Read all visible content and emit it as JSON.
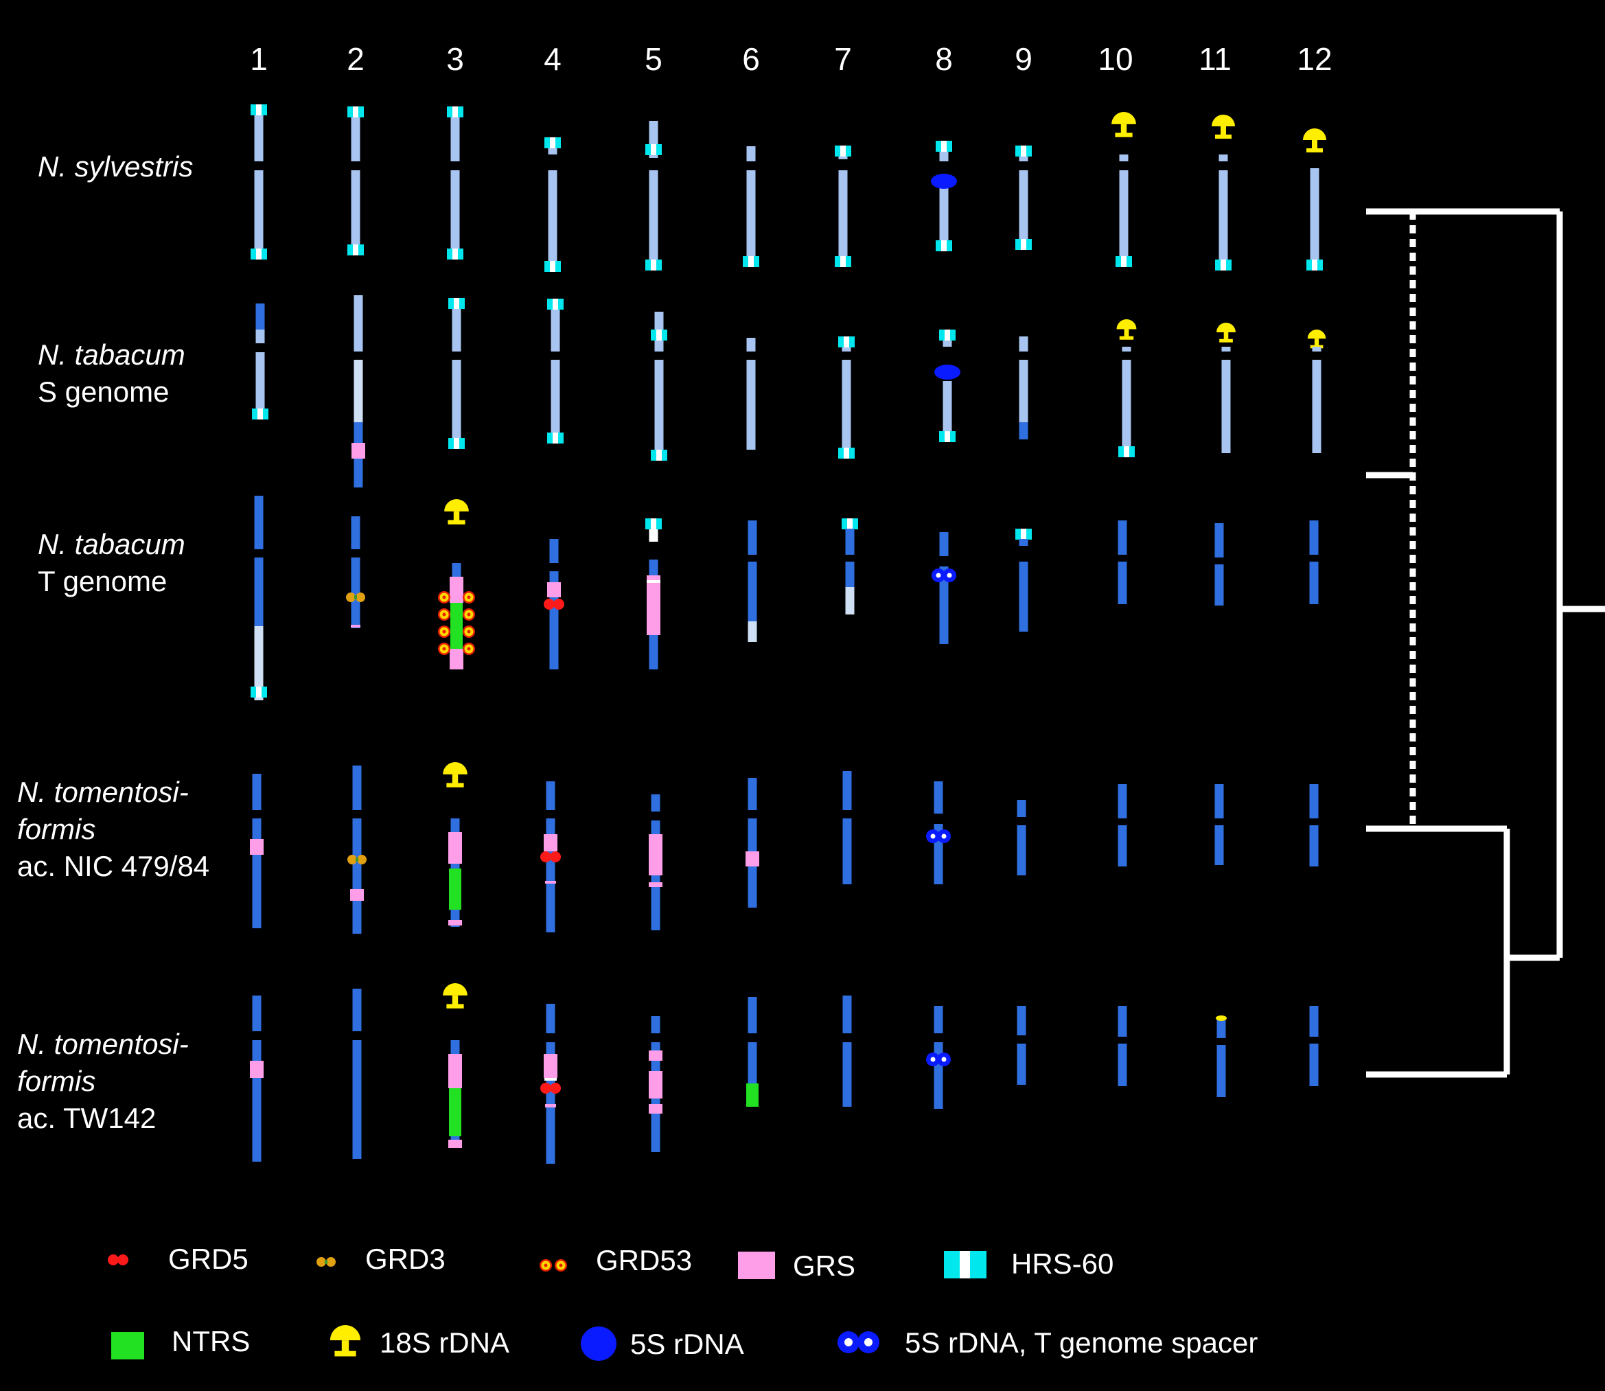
{
  "chromosome_numbers": [
    "1",
    "2",
    "3",
    "4",
    "5",
    "6",
    "7",
    "8",
    "9",
    "10",
    "11",
    "12"
  ],
  "taxa": [
    {
      "key": "sylv",
      "lines": [
        {
          "text": "N. sylvestris",
          "italic": true
        }
      ]
    },
    {
      "key": "tabS",
      "lines": [
        {
          "text": "N. tabacum",
          "italic": true
        },
        {
          "text": "S genome",
          "italic": false
        }
      ]
    },
    {
      "key": "tabT",
      "lines": [
        {
          "text": "N. tabacum",
          "italic": true
        },
        {
          "text": "T genome",
          "italic": false
        }
      ]
    },
    {
      "key": "tom1",
      "lines": [
        {
          "text": "N. tomentosi-",
          "italic": true
        },
        {
          "text": "formis",
          "italic": true
        },
        {
          "text": "ac. NIC 479/84",
          "italic": false
        }
      ]
    },
    {
      "key": "tom2",
      "lines": [
        {
          "text": "N. tomentosi-",
          "italic": true
        },
        {
          "text": "formis",
          "italic": true
        },
        {
          "text": "ac. TW142",
          "italic": false
        }
      ]
    }
  ],
  "legend": {
    "row1": [
      {
        "key": "grd5",
        "label": "GRD5"
      },
      {
        "key": "grd3",
        "label": "GRD3"
      },
      {
        "key": "grd53",
        "label": "GRD53"
      },
      {
        "key": "grs",
        "label": "GRS"
      },
      {
        "key": "hrs60",
        "label": "HRS-60"
      }
    ],
    "row2": [
      {
        "key": "ntrs",
        "label": "NTRS"
      },
      {
        "key": "rdna18s",
        "label": "18S rDNA"
      },
      {
        "key": "rdna5s",
        "label": "5S rDNA"
      },
      {
        "key": "rdna5s_t",
        "label": "5S rDNA, T genome spacer"
      }
    ]
  },
  "colors": {
    "background": "#000000",
    "chromosome_s_genome": "#a8c4f0",
    "chromosome_t_genome": "#2f6fe0",
    "hrs60": "#00e8ee",
    "grs": "#ff9ee8",
    "ntrs": "#22e022",
    "rdna18s": "#ffee00",
    "rdna5s": "#0a1bff",
    "grd5": "#ff1a1a",
    "grd3": "#e0a010",
    "grd53_fill": "#ffd800",
    "grd53_ring": "#e82000",
    "tree": "#ffffff"
  },
  "tree": {
    "description_free": true,
    "dashed_link_between": [
      "sylv",
      "tom1"
    ]
  }
}
